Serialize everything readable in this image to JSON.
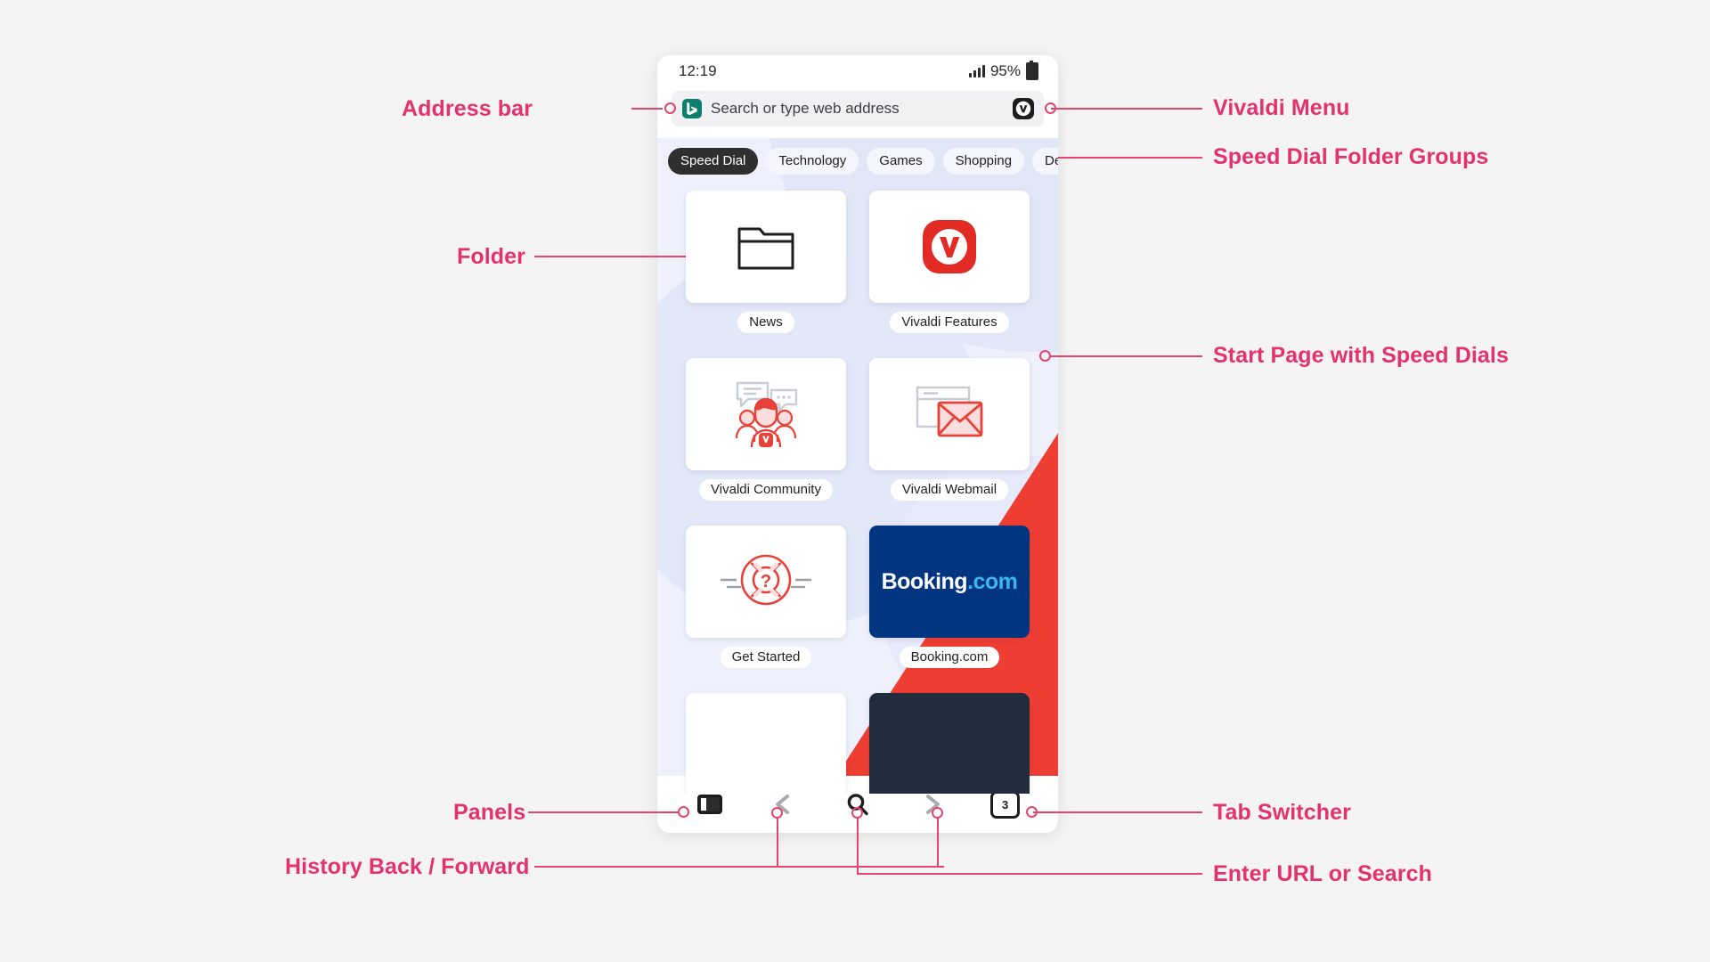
{
  "annotations": [
    {
      "id": "address-bar",
      "label": "Address bar"
    },
    {
      "id": "folder",
      "label": "Folder"
    },
    {
      "id": "panels",
      "label": "Panels"
    },
    {
      "id": "history",
      "label": "History Back / Forward"
    },
    {
      "id": "vivaldi-menu",
      "label": "Vivaldi Menu"
    },
    {
      "id": "speed-dial-groups",
      "label": "Speed Dial Folder Groups"
    },
    {
      "id": "start-page",
      "label": "Start Page with Speed Dials"
    },
    {
      "id": "tab-switcher",
      "label": "Tab Switcher"
    },
    {
      "id": "enter-url",
      "label": "Enter URL or Search"
    }
  ],
  "phone": {
    "status_bar": {
      "time": "12:19",
      "battery_percent": "95%",
      "signal_icon": "signal-bars-icon",
      "battery_icon": "battery-icon"
    },
    "address_bar": {
      "placeholder": "Search or type web address",
      "value": "",
      "search_engine_icon": "bing-icon",
      "menu_icon": "vivaldi-menu-icon"
    },
    "speed_dial_groups": {
      "selected": "Speed Dial",
      "items": [
        "Speed Dial",
        "Technology",
        "Games",
        "Shopping",
        "De"
      ]
    },
    "speed_dials": [
      {
        "label": "News",
        "icon": "folder-icon",
        "tile_style": "white"
      },
      {
        "label": "Vivaldi Features",
        "icon": "vivaldi-logo-icon",
        "tile_style": "white"
      },
      {
        "label": "Vivaldi Community",
        "icon": "community-people-icon",
        "tile_style": "white"
      },
      {
        "label": "Vivaldi Webmail",
        "icon": "mail-envelope-icon",
        "tile_style": "white"
      },
      {
        "label": "Get Started",
        "icon": "lifebuoy-question-icon",
        "tile_style": "white"
      },
      {
        "label": "Booking.com",
        "icon": "booking-wordmark",
        "tile_style": "booking",
        "wordmark": {
          "main": "Booking",
          "suffix": ".com"
        }
      },
      {
        "label": "",
        "icon": "blank-tile",
        "tile_style": "white"
      },
      {
        "label": "",
        "icon": "blank-tile",
        "tile_style": "dark"
      }
    ],
    "toolbar": {
      "panels_icon": "panels-icon",
      "back_icon": "chevron-left-icon",
      "search_icon": "search-icon",
      "forward_icon": "chevron-right-icon",
      "tab_switcher_icon": "tab-switcher-icon",
      "tab_count": "3"
    }
  },
  "colors": {
    "annotation": "#e4326e",
    "vivaldi_red": "#ee3e33",
    "booking_blue": "#013580",
    "booking_accent": "#3fb5ef",
    "page_bg": "#f4f4f4",
    "startpage_bg": "#eef1fb"
  }
}
